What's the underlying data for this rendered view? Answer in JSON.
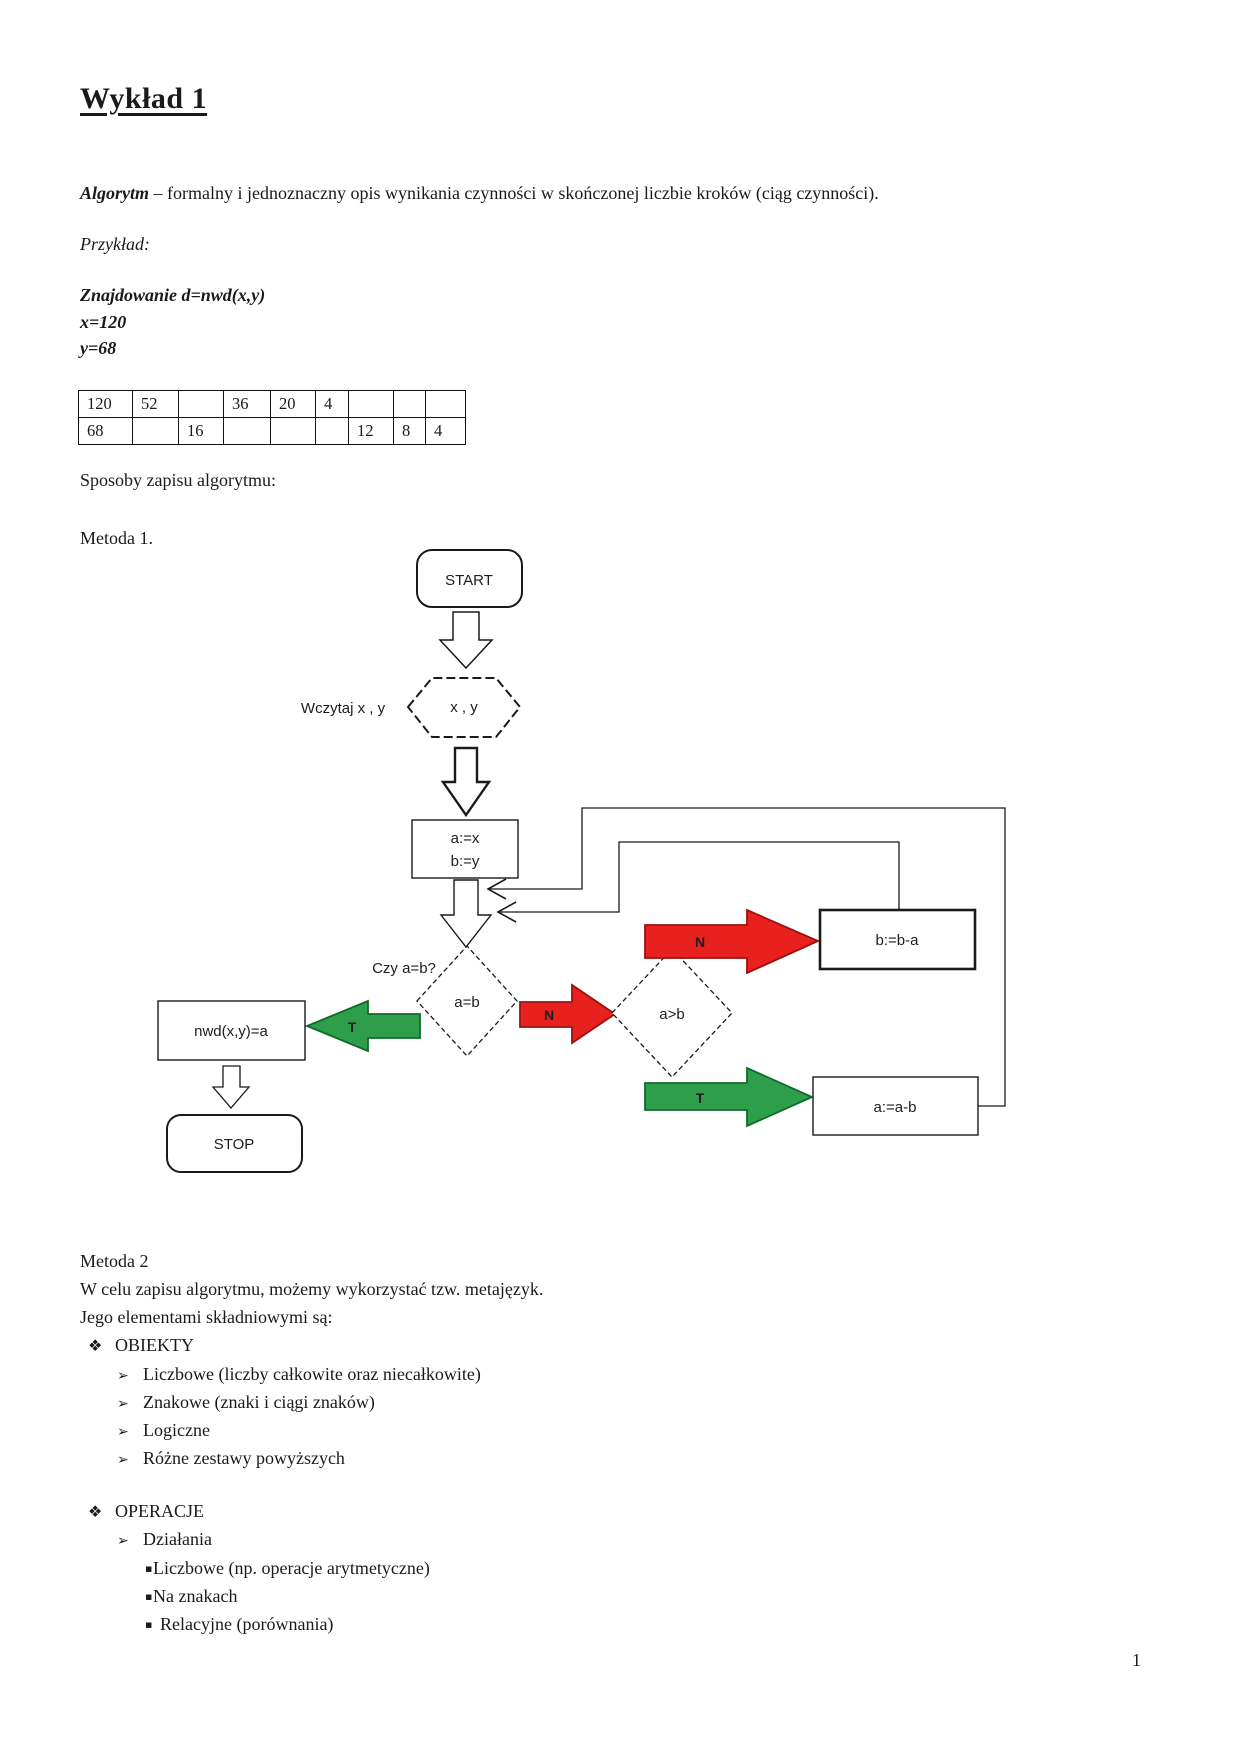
{
  "document": {
    "title": "Wykład 1",
    "page_number": "1"
  },
  "intro": {
    "term": "Algorytm",
    "definition": " – formalny i jednoznaczny opis wynikania czynności w skończonej liczbie kroków (ciąg czynności).",
    "example_label": "Przykład:",
    "finding_line": "Znajdowanie d=nwd(x,y)",
    "x_line": "x=120",
    "y_line": "y=68"
  },
  "gcd_table": {
    "rows": [
      [
        "120",
        "52",
        "",
        "36",
        "20",
        "4",
        "",
        "",
        ""
      ],
      [
        "68",
        "",
        "16",
        "",
        "",
        "",
        "12",
        "8",
        "4"
      ]
    ]
  },
  "methods": {
    "ways_heading": "Sposoby zapisu algorytmu:",
    "method1_heading": "Metoda 1.",
    "method2_heading": "Metoda 2",
    "method2_line1": "W celu zapisu algorytmu, możemy wykorzystać tzw. metajęzyk.",
    "method2_line2": "Jego elementami składniowymi są:"
  },
  "outline": [
    {
      "bullet": "❖",
      "text": "OBIEKTY",
      "level": 1
    },
    {
      "bullet": "➢",
      "text": "Liczbowe (liczby całkowite oraz niecałkowite)",
      "level": 2
    },
    {
      "bullet": "➢",
      "text": "Znakowe (znaki i ciągi znaków)",
      "level": 2
    },
    {
      "bullet": "➢",
      "text": "Logiczne",
      "level": 2
    },
    {
      "bullet": "➢",
      "text": "Różne zestawy powyższych",
      "level": 2
    },
    {
      "bullet": "❖",
      "text": "OPERACJE",
      "level": 1
    },
    {
      "bullet": "➢",
      "text": "Działania",
      "level": 2
    },
    {
      "bullet": "▪",
      "text": "Liczbowe (np. operacje arytmetyczne)",
      "level": 3
    },
    {
      "bullet": "▪",
      "text": "Na znakach",
      "level": 3
    },
    {
      "bullet": "▪",
      "text": "Relacyjne (porównania)",
      "level": 3
    }
  ],
  "flowchart": {
    "start_label": "START",
    "read_label": "Wczytaj x , y",
    "input_label": "x , y",
    "assign_line1": "a:=x",
    "assign_line2": "b:=y",
    "question_label": "Czy a=b?",
    "decision_equal": "a=b",
    "decision_greater": "a>b",
    "no_label": "N",
    "yes_label": "T",
    "subtract_b_label": "b:=b-a",
    "subtract_a_label": "a:=a-b",
    "result_label": "nwd(x,y)=a",
    "stop_label": "STOP",
    "colors": {
      "no_red": "#e8211f",
      "yes_green": "#2f9e4b"
    }
  }
}
